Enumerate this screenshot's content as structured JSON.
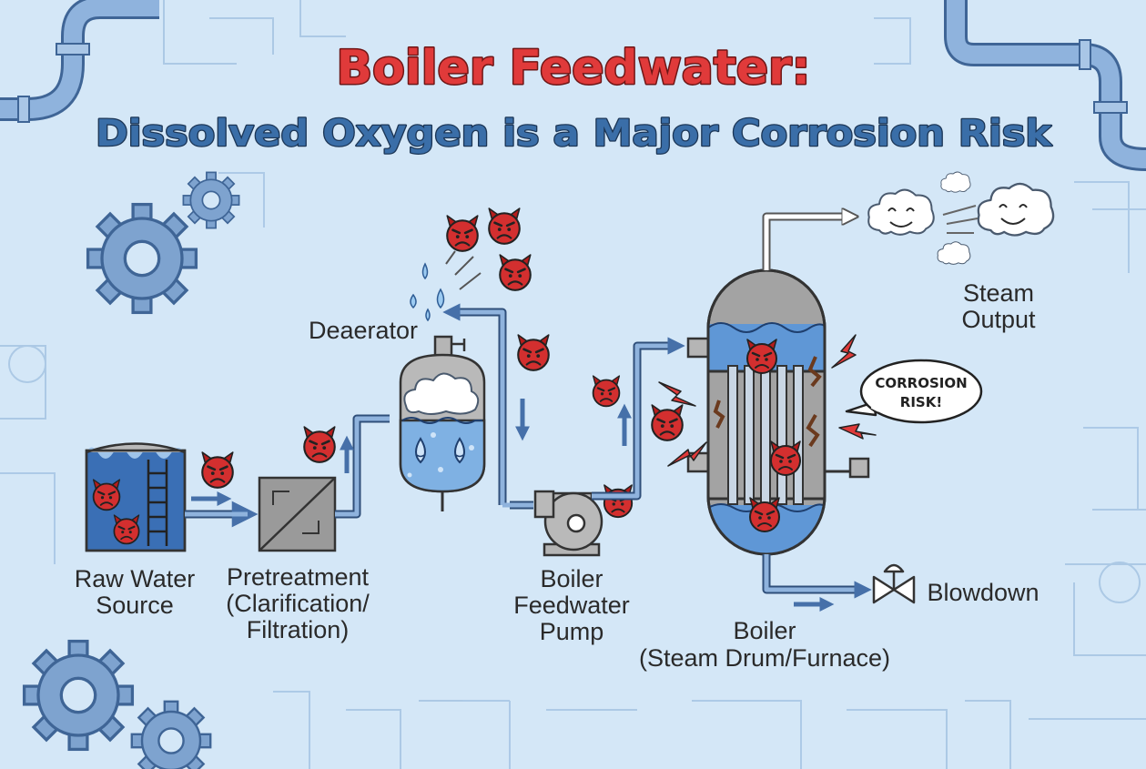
{
  "title": "Boiler Feedwater:",
  "subtitle": "Dissolved Oxygen is a Major Corrosion Risk",
  "labels": {
    "deaerator": "Deaerator",
    "raw_water_1": "Raw Water",
    "raw_water_2": "Source",
    "pretreat_1": "Pretreatment",
    "pretreat_2": "(Clarification/",
    "pretreat_3": "Filtration)",
    "pump_1": "Boiler",
    "pump_2": "Feedwater",
    "pump_3": "Pump",
    "boiler_1": "Boiler",
    "boiler_2": "(Steam Drum/Furnace)",
    "steam_1": "Steam",
    "steam_2": "Output",
    "blowdown": "Blowdown"
  },
  "callout": {
    "line1": "CORROSION",
    "line2": "RISK!"
  },
  "icons": [
    "gear-icon",
    "oxygen-devil-icon",
    "steam-cloud-icon",
    "lightning-icon",
    "valve-icon"
  ],
  "colors": {
    "background": "#d4e7f7",
    "pipe": "#6d93c6",
    "title_red": "#e03a3a",
    "subtitle_blue": "#3a6ea8",
    "oxygen_devil": "#d32f2f",
    "water": "#7fb1e3"
  }
}
